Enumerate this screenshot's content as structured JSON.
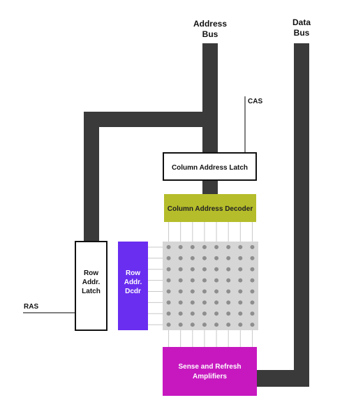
{
  "labels": {
    "address_bus_1": "Address",
    "address_bus_2": "Bus",
    "data_bus_1": "Data",
    "data_bus_2": "Bus",
    "cas": "CAS",
    "ras": "RAS",
    "col_latch": "Column Address Latch",
    "col_decoder": "Column Address Decoder",
    "row_latch_1": "Row",
    "row_latch_2": "Addr.",
    "row_latch_3": "Latch",
    "row_decoder_1": "Row",
    "row_decoder_2": "Addr.",
    "row_decoder_3": "Dcdr",
    "sense_1": "Sense and Refresh",
    "sense_2": "Amplifiers"
  },
  "colors": {
    "bus": "#3a3a3a",
    "col_decoder": "#b5bd2a",
    "row_decoder": "#6a2ef0",
    "sense_amp": "#c718c0",
    "cell_array": "#d6d6d6",
    "cell_dot": "#8e8e8e"
  },
  "memory_array": {
    "rows": 8,
    "cols": 8
  }
}
